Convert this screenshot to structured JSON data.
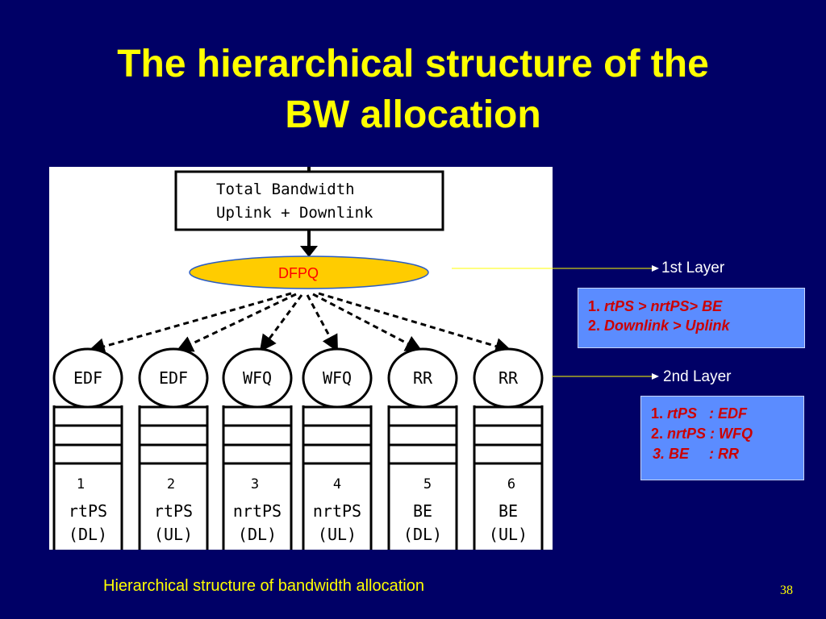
{
  "title": {
    "line1": "The hierarchical structure of the",
    "line2": "BW allocation"
  },
  "diagram": {
    "top_box": {
      "line1": "Total Bandwidth",
      "line2": "Uplink + Downlink"
    },
    "root_label": "DFPQ",
    "schedulers": [
      {
        "label": "EDF",
        "number": "1",
        "class": "rtPS",
        "direction": "(DL)"
      },
      {
        "label": "EDF",
        "number": "2",
        "class": "rtPS",
        "direction": "(UL)"
      },
      {
        "label": "WFQ",
        "number": "3",
        "class": "nrtPS",
        "direction": "(DL)"
      },
      {
        "label": "WFQ",
        "number": "4",
        "class": "nrtPS",
        "direction": "(UL)"
      },
      {
        "label": "RR",
        "number": "5",
        "class": "BE",
        "direction": "(DL)"
      },
      {
        "label": "RR",
        "number": "6",
        "class": "BE",
        "direction": "(UL)"
      }
    ]
  },
  "layers": {
    "first": {
      "label": "1st Layer",
      "rules": [
        {
          "num": "1.",
          "text": "rtPS > nrtPS> BE"
        },
        {
          "num": "2.",
          "text": "Downlink > Uplink"
        }
      ]
    },
    "second": {
      "label": "2nd Layer",
      "rules": [
        {
          "num": "1.",
          "text": "rtPS   : EDF"
        },
        {
          "num": "2.",
          "text": "nrtPS : WFQ"
        },
        {
          "num": "",
          "text": "3. BE     : RR"
        }
      ]
    }
  },
  "caption": "Hierarchical structure of bandwidth allocation",
  "page_number": "38",
  "colors": {
    "background": "#000066",
    "title": "#ffff00",
    "dfpq_fill": "#ffcc00",
    "dfpq_text": "#ff0000",
    "rule_box": "#5b8cff",
    "rule_text": "#cc0000",
    "connector": "#ffff00"
  }
}
